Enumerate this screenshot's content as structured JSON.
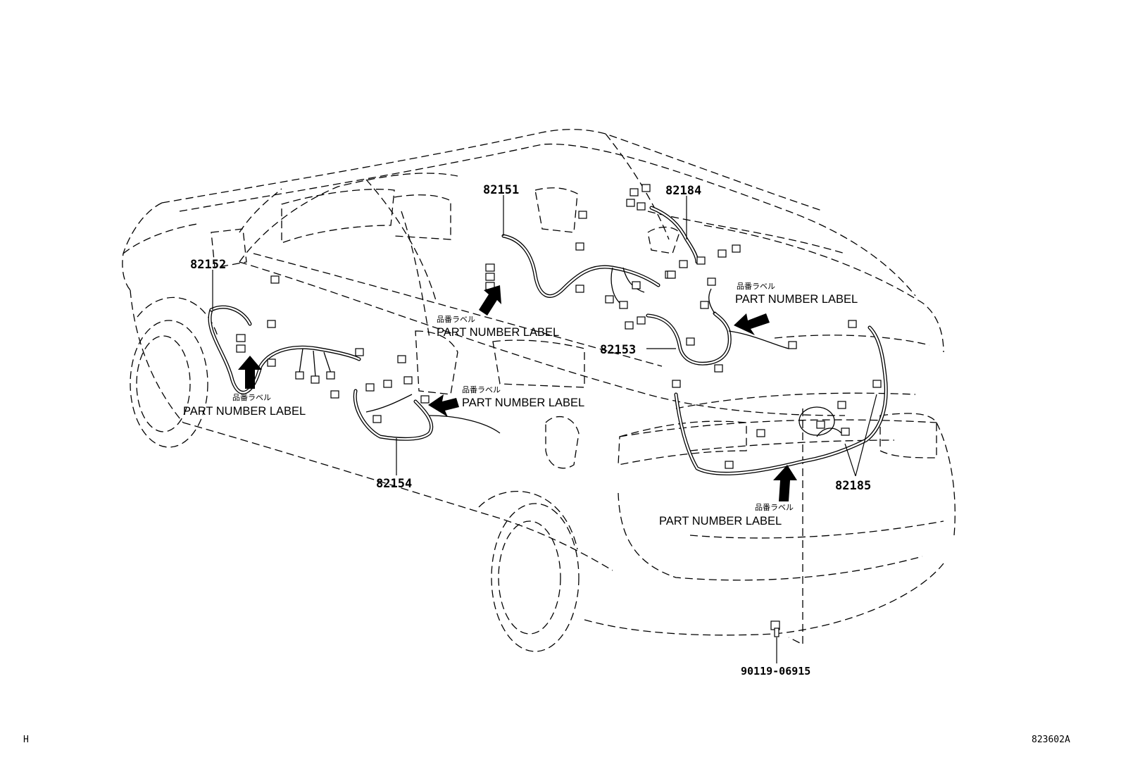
{
  "diagram": {
    "parts": {
      "p82151": "82151",
      "p82152": "82152",
      "p82153": "82153",
      "p82154": "82154",
      "p82184": "82184",
      "p82185": "82185",
      "bolt": "90119-06915"
    },
    "labels": {
      "jp_label": "品番ラベル",
      "part_number_label": "PART NUMBER LABEL"
    },
    "footer": {
      "left_code": "H",
      "figure_code": "823602A"
    }
  }
}
